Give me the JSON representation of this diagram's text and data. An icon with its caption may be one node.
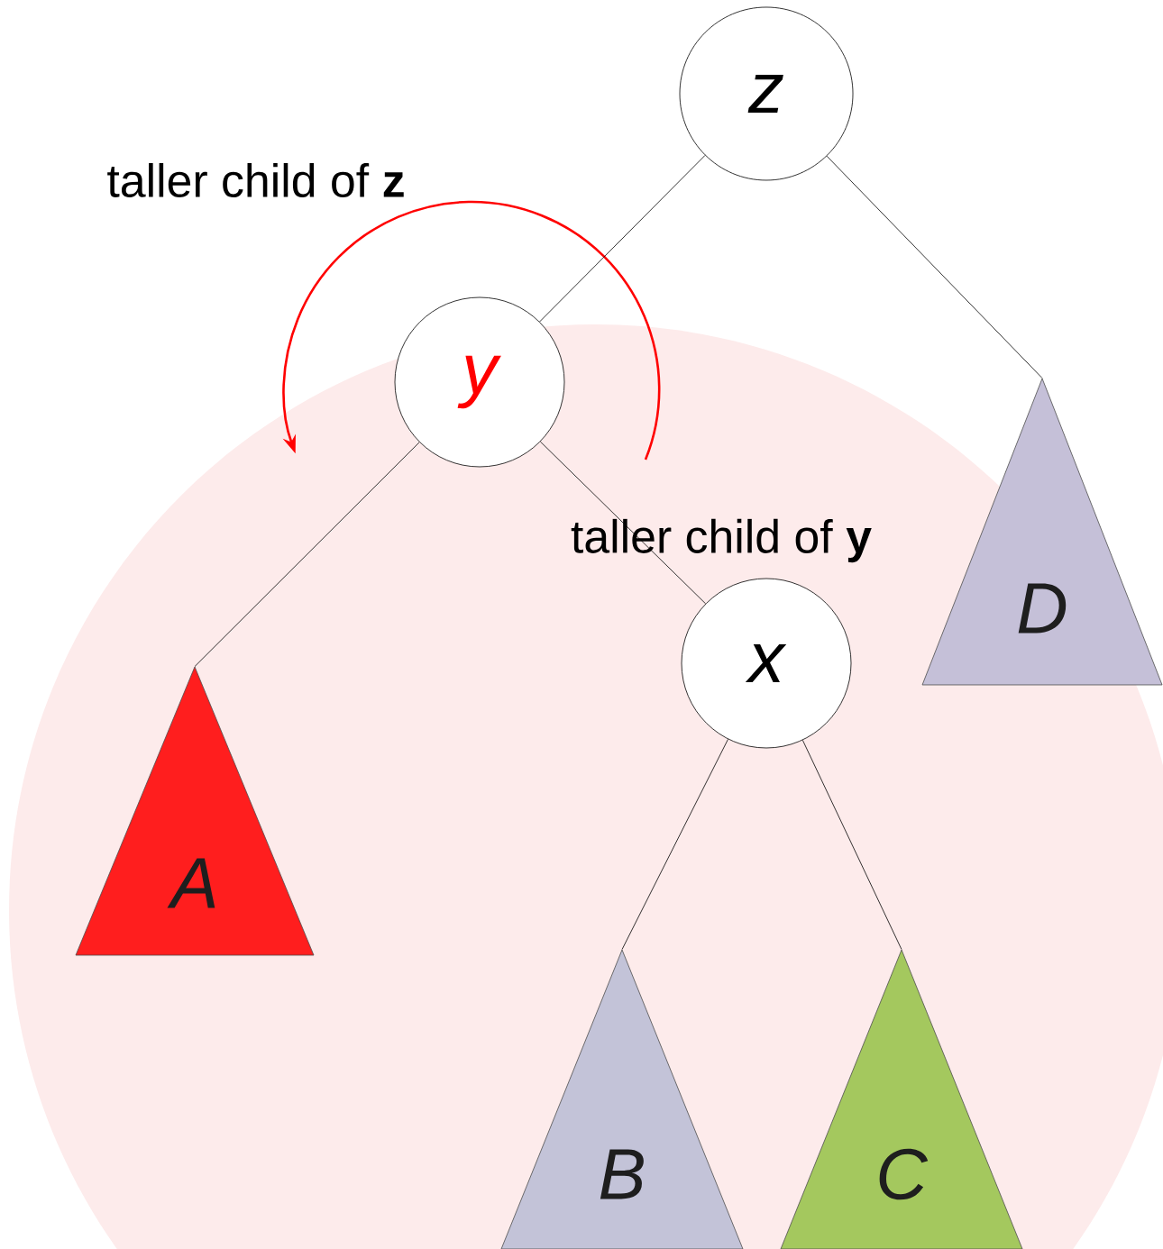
{
  "diagram": {
    "nodes": [
      {
        "text": [
          "z"
        ]
      },
      {
        "text": [
          "y"
        ]
      },
      {
        "text": [
          "x"
        ]
      },
      {
        "text": [
          "A"
        ]
      },
      {
        "text": [
          "B"
        ]
      },
      {
        "text": [
          "C"
        ]
      },
      {
        "text": [
          "D"
        ]
      }
    ],
    "edges": [
      {
        "from": 0,
        "to": 1,
        "arrow": "none"
      },
      {
        "from": 0,
        "to": 6,
        "arrow": "none"
      },
      {
        "from": 1,
        "to": 3,
        "arrow": "none"
      },
      {
        "from": 1,
        "to": 2,
        "arrow": "none"
      },
      {
        "from": 2,
        "to": 4,
        "arrow": "none"
      },
      {
        "from": 2,
        "to": 5,
        "arrow": "none"
      }
    ],
    "labels": [
      "taller child of **z**",
      "taller child of **y**"
    ]
  }
}
